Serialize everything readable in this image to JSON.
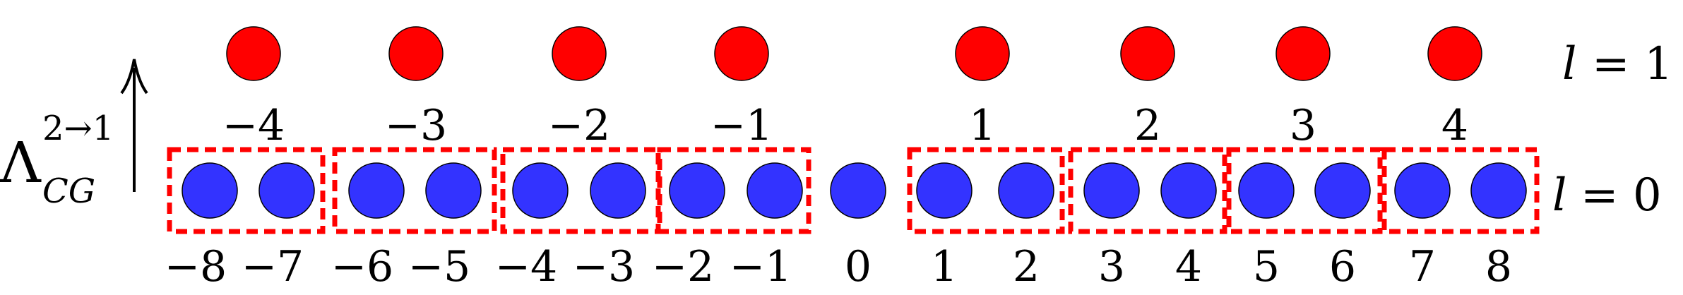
{
  "colors": {
    "upper_site": "#ff0000",
    "lower_site": "#3333ff",
    "outline": "#000000",
    "group_box": "#ff0000"
  },
  "operator": {
    "symbol": "Λ",
    "superscript": "2→1",
    "subscript": "CG",
    "arrow_icon": "up-arrow"
  },
  "levels": {
    "upper": {
      "var": "l",
      "eq": "= 1"
    },
    "lower": {
      "var": "l",
      "eq": "= 0"
    }
  },
  "upper_labels": [
    "−4",
    "−3",
    "−2",
    "−1",
    "1",
    "2",
    "3",
    "4"
  ],
  "lower_labels": [
    "−8",
    "−7",
    "−6",
    "−5",
    "−4",
    "−3",
    "−2",
    "−1",
    "0",
    "1",
    "2",
    "3",
    "4",
    "5",
    "6",
    "7",
    "8"
  ],
  "groups": [
    [
      "−8",
      "−7"
    ],
    [
      "−6",
      "−5"
    ],
    [
      "−4",
      "−3"
    ],
    [
      "−2",
      "−1"
    ],
    [
      "1",
      "2"
    ],
    [
      "3",
      "4"
    ],
    [
      "5",
      "6"
    ],
    [
      "7",
      "8"
    ]
  ]
}
